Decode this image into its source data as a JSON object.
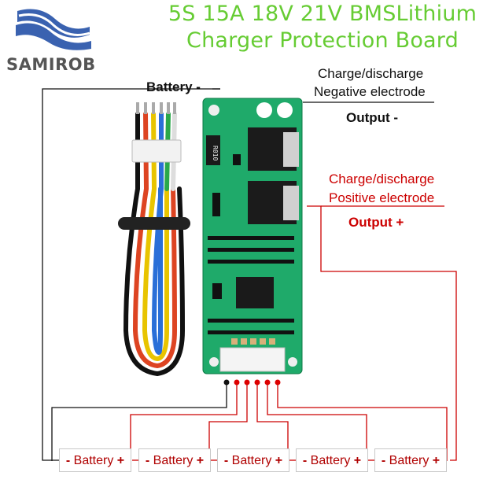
{
  "header": {
    "title_line1": "5S 15A 18V 21V BMSLithium",
    "title_line2": "Charger Protection Board",
    "brand": "SAMIROB"
  },
  "labels": {
    "battery_minus": "Battery -",
    "neg_line1": "Charge/discharge",
    "neg_line2": "Negative electrode",
    "output_minus": "Output -",
    "pos_line1": "Charge/discharge",
    "pos_line2": "Positive electrode",
    "output_plus": "Output +",
    "resistor_code": "R010"
  },
  "batteries": [
    {
      "minus": "-",
      "label": "Battery",
      "plus": "+"
    },
    {
      "minus": "-",
      "label": "Battery",
      "plus": "+"
    },
    {
      "minus": "-",
      "label": "Battery",
      "plus": "+"
    },
    {
      "minus": "-",
      "label": "Battery",
      "plus": "+"
    },
    {
      "minus": "-",
      "label": "Battery",
      "plus": "+"
    }
  ],
  "colors": {
    "title": "#66cc33",
    "wire_black": "#000000",
    "wire_red": "#cc0000",
    "pcb": "#1faa6a"
  }
}
